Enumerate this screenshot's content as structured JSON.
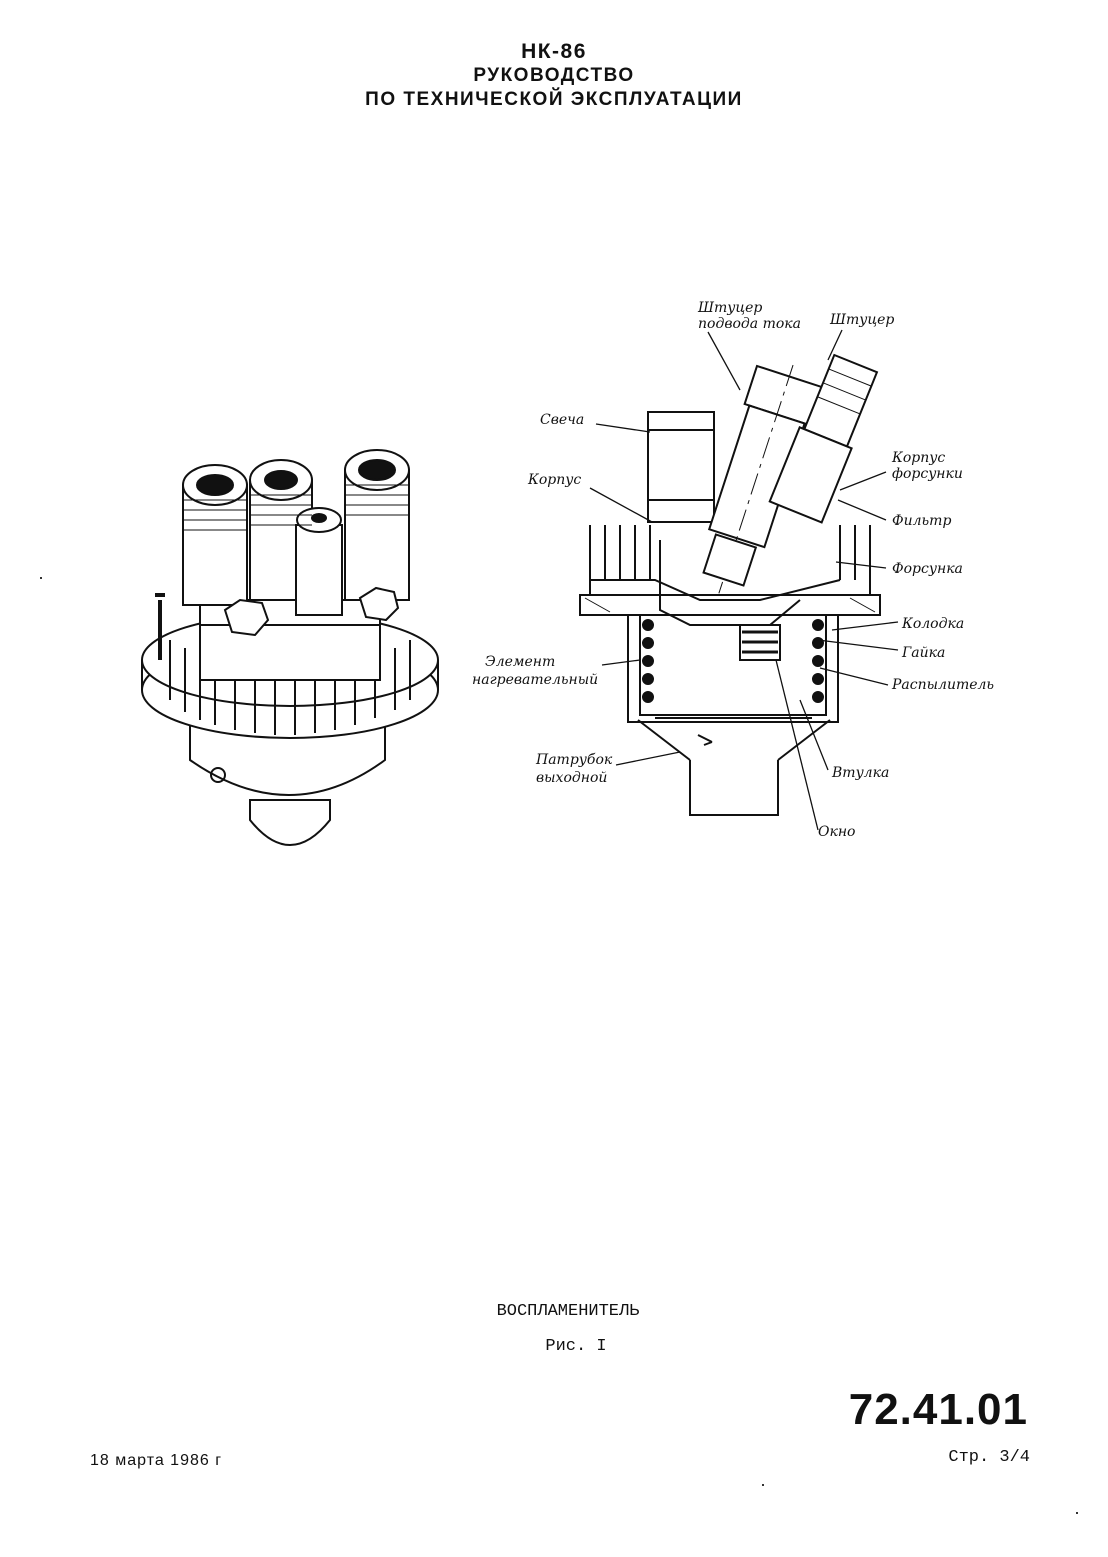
{
  "header": {
    "code": "НК-86",
    "line1": "РУКОВОДСТВО",
    "line2": "ПО ТЕХНИЧЕСКОЙ ЭКСПЛУАТАЦИИ"
  },
  "figure": {
    "labels": {
      "shtutser_podvoda_1": "Штуцер",
      "shtutser_podvoda_2": "подвода тока",
      "shtutser": "Штуцер",
      "svecha": "Свеча",
      "korpus": "Корпус",
      "korpus_forsunki_1": "Корпус",
      "korpus_forsunki_2": "форсунки",
      "filtr": "Фильтр",
      "forsunka": "Форсунка",
      "kolodka": "Колодка",
      "gaika": "Гайка",
      "element_1": "Элемент",
      "element_2": "нагревательный",
      "raspylitel": "Распылитель",
      "patrubok_1": "Патрубок",
      "patrubok_2": "выходной",
      "vtulka": "Втулка",
      "okno": "Окно"
    }
  },
  "caption": {
    "title": "ВОСПЛАМЕНИТЕЛЬ",
    "figure_no": "Рис. I"
  },
  "footer": {
    "section_no": "72.41.01",
    "page_no": "Стр. 3/4",
    "date": "18 марта 1986 г"
  }
}
